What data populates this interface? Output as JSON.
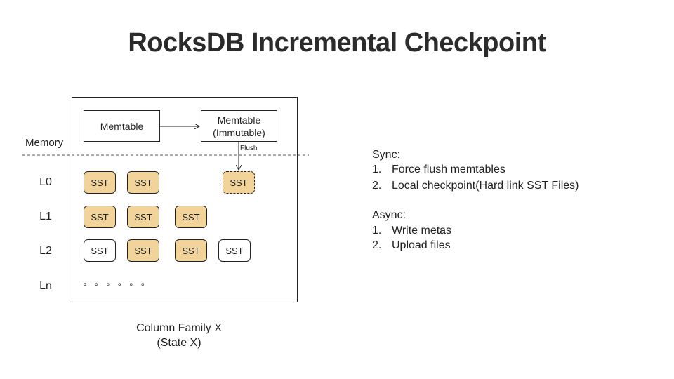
{
  "title": "RocksDB Incremental Checkpoint",
  "diagram": {
    "memory_label": "Memory",
    "memtable": "Memtable",
    "memtable_immutable": "Memtable\n(Immutable)",
    "flush_label": "Flush",
    "levels": [
      "L0",
      "L1",
      "L2",
      "Ln"
    ],
    "sst_label": "SST",
    "ellipsis": "∘∘∘∘∘∘",
    "caption_line1": "Column Family X",
    "caption_line2": "(State X)"
  },
  "sync": {
    "heading": "Sync:",
    "items": [
      {
        "num": "1.",
        "text": "Force flush memtables"
      },
      {
        "num": "2.",
        "text": "Local checkpoint(Hard link SST Files)"
      }
    ]
  },
  "async": {
    "heading": "Async:",
    "items": [
      {
        "num": "1.",
        "text": "Write metas"
      },
      {
        "num": "2.",
        "text": "Upload files"
      }
    ]
  },
  "colors": {
    "sst_fill": "#f2d49b",
    "border": "#222222"
  }
}
